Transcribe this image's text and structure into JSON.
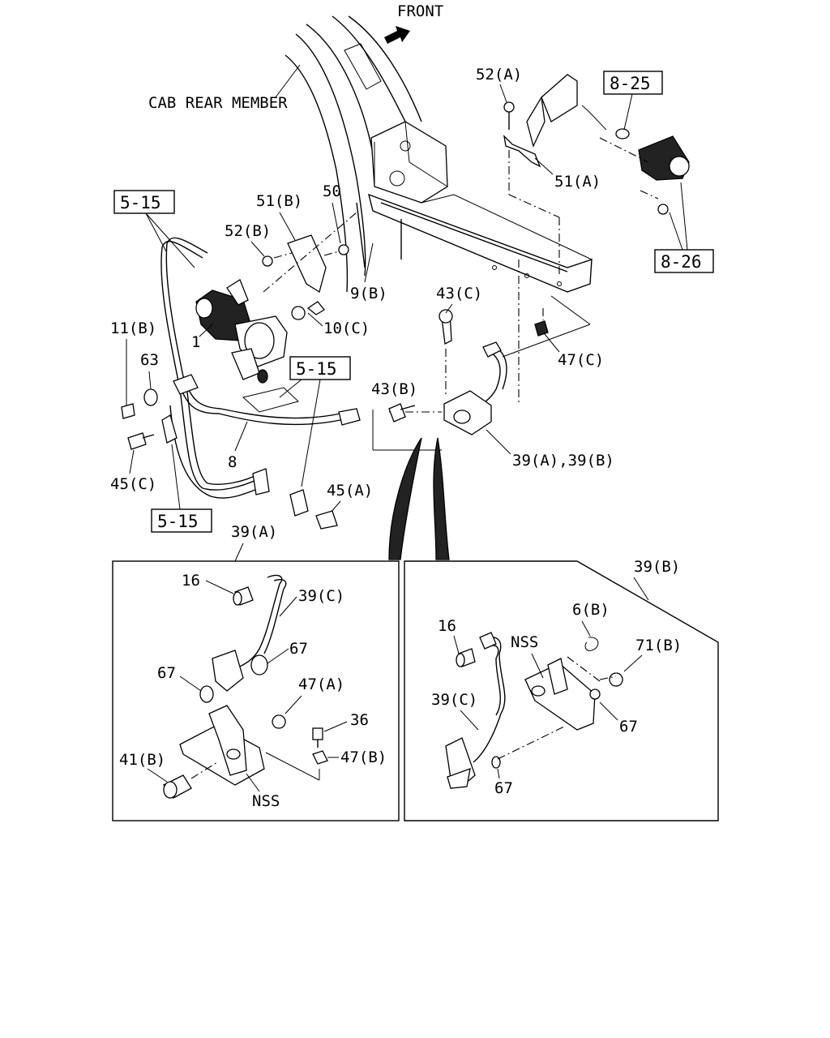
{
  "header": {
    "front_label": "FRONT"
  },
  "labels": {
    "cab_rear_member": "CAB REAR MEMBER",
    "ref_5_15_a": "5-15",
    "ref_5_15_b": "5-15",
    "ref_5_15_c": "5-15",
    "ref_8_25": "8-25",
    "ref_8_26": "8-26",
    "p52a": "52(A)",
    "p51a": "51(A)",
    "p51b": "51(B)",
    "p50": "50",
    "p52b": "52(B)",
    "p9b": "9(B)",
    "p10c": "10(C)",
    "p1": "1",
    "p11b": "11(B)",
    "p63": "63",
    "p43c": "43(C)",
    "p47c": "47(C)",
    "p43b": "43(B)",
    "p8": "8",
    "p45c": "45(C)",
    "p45a": "45(A)",
    "p39ab": "39(A),39(B)"
  },
  "detail_a": {
    "title": "39(A)",
    "p16": "16",
    "p39c": "39(C)",
    "p67_right": "67",
    "p67_left": "67",
    "p47a": "47(A)",
    "p36": "36",
    "p47b": "47(B)",
    "p41b": "41(B)",
    "nss": "NSS"
  },
  "detail_b": {
    "title": "39(B)",
    "p6b": "6(B)",
    "p16": "16",
    "nss": "NSS",
    "p71b": "71(B)",
    "p39c": "39(C)",
    "p67_right": "67",
    "p67_bottom": "67"
  }
}
